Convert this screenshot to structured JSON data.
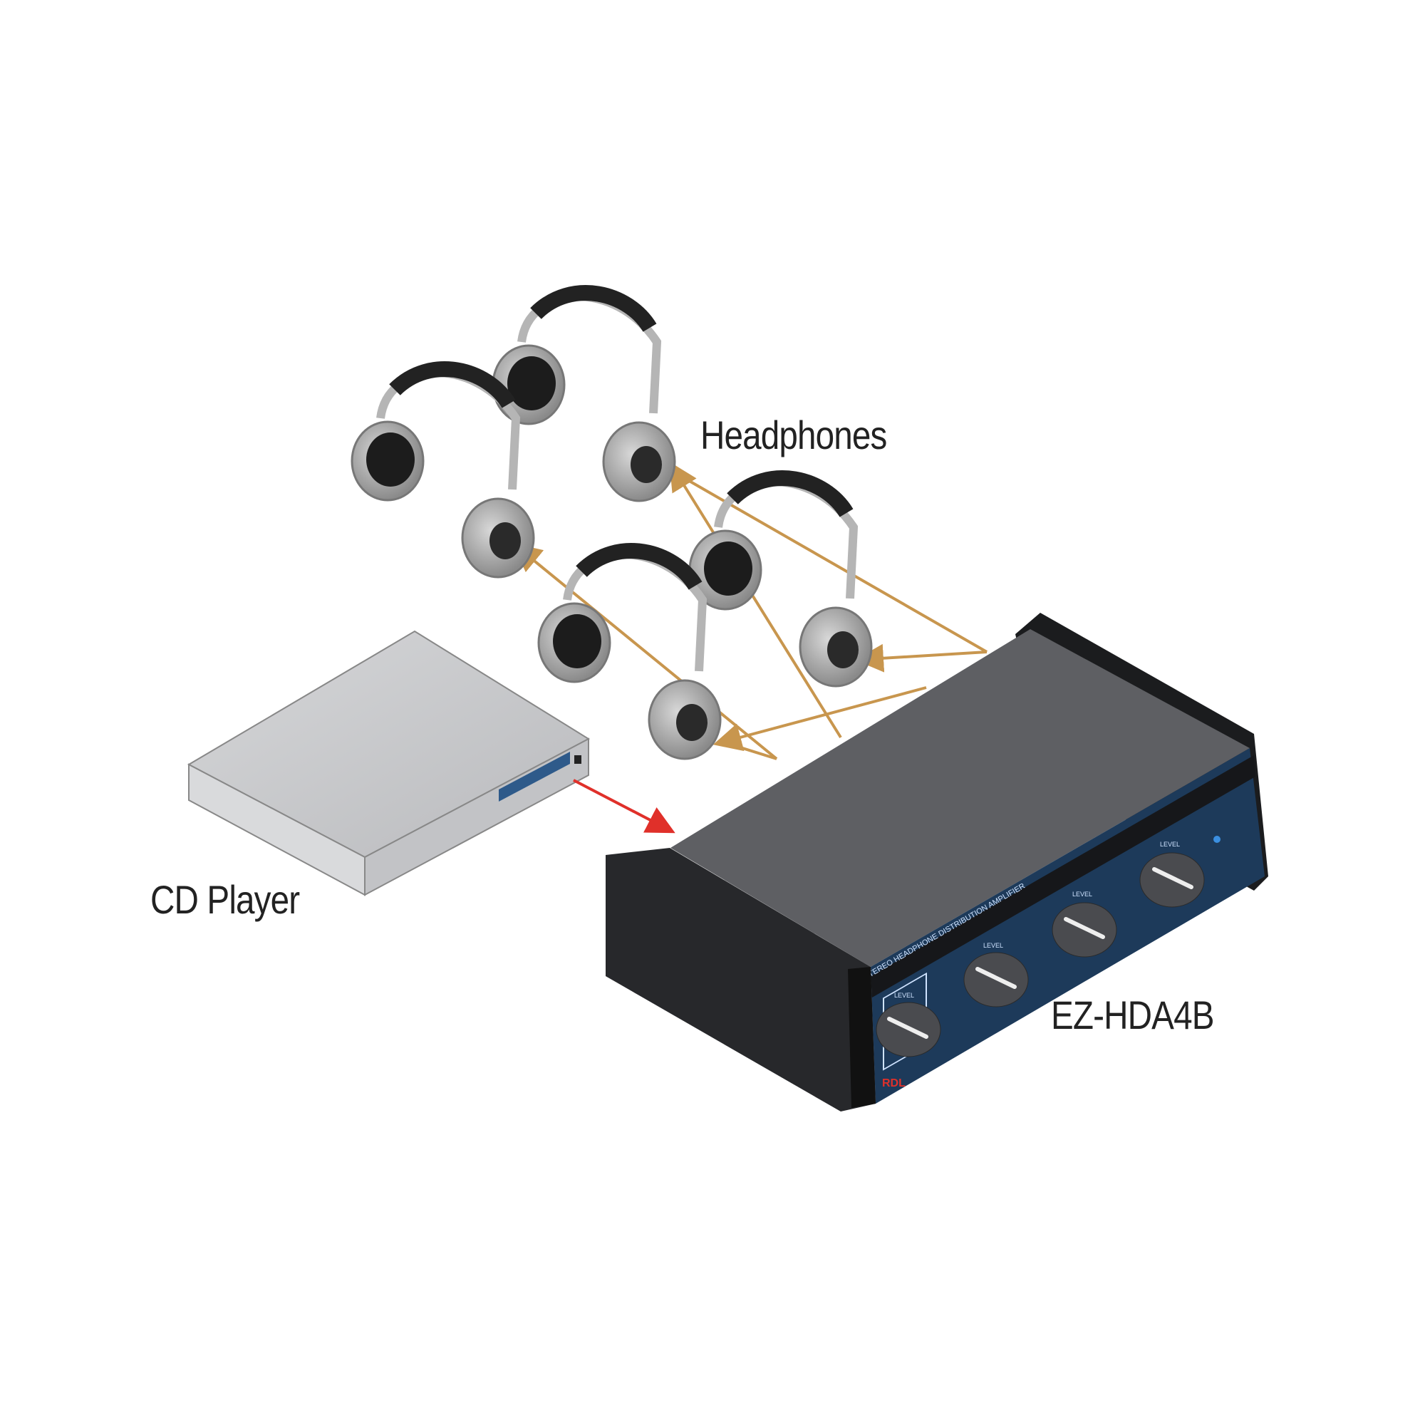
{
  "labels": {
    "headphones": "Headphones",
    "cd_player": "CD Player",
    "device": "EZ-HDA4B"
  },
  "device_panel": {
    "title": "STEREO HEADPHONE DISTRIBUTION AMPLIFIER",
    "level_label": "LEVEL",
    "brand": "RDL"
  },
  "colors": {
    "signal_in": "#e0302a",
    "signal_out": "#c8964e",
    "device_body": "#2a2b2e",
    "device_top": "#5e5f63",
    "panel": "#1d3a5a",
    "cd_player": "#c9cacc"
  }
}
